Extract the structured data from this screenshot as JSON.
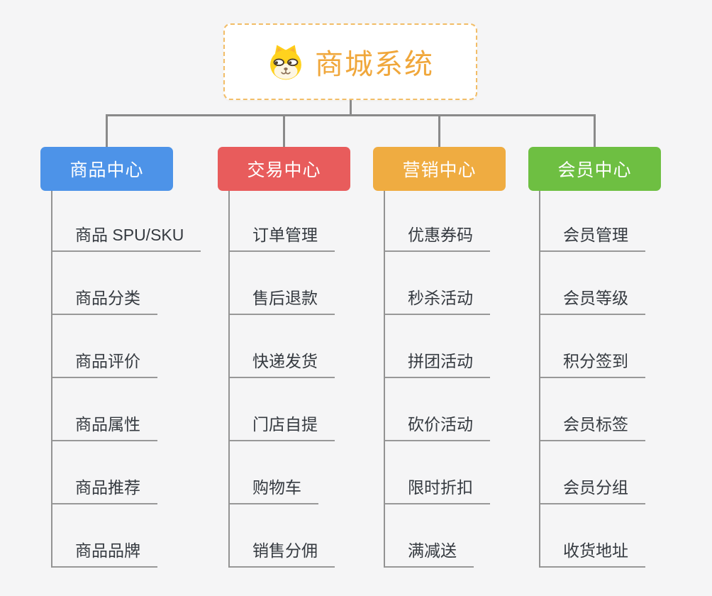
{
  "root": {
    "title": "商城系统",
    "icon": "shiba-dog-icon",
    "text_color": "#f0a73b",
    "border_color": "#f2bd67"
  },
  "connector_color": "#8a8a8a",
  "branches": [
    {
      "label": "商品中心",
      "color": "#4d93e8",
      "items": [
        "商品 SPU/SKU",
        "商品分类",
        "商品评价",
        "商品属性",
        "商品推荐",
        "商品品牌"
      ]
    },
    {
      "label": "交易中心",
      "color": "#e85c5c",
      "items": [
        "订单管理",
        "售后退款",
        "快递发货",
        "门店自提",
        "购物车",
        "销售分佣"
      ]
    },
    {
      "label": "营销中心",
      "color": "#efac41",
      "items": [
        "优惠券码",
        "秒杀活动",
        "拼团活动",
        "砍价活动",
        "限时折扣",
        "满减送"
      ]
    },
    {
      "label": "会员中心",
      "color": "#6ebf42",
      "items": [
        "会员管理",
        "会员等级",
        "积分签到",
        "会员标签",
        "会员分组",
        "收货地址"
      ]
    }
  ]
}
